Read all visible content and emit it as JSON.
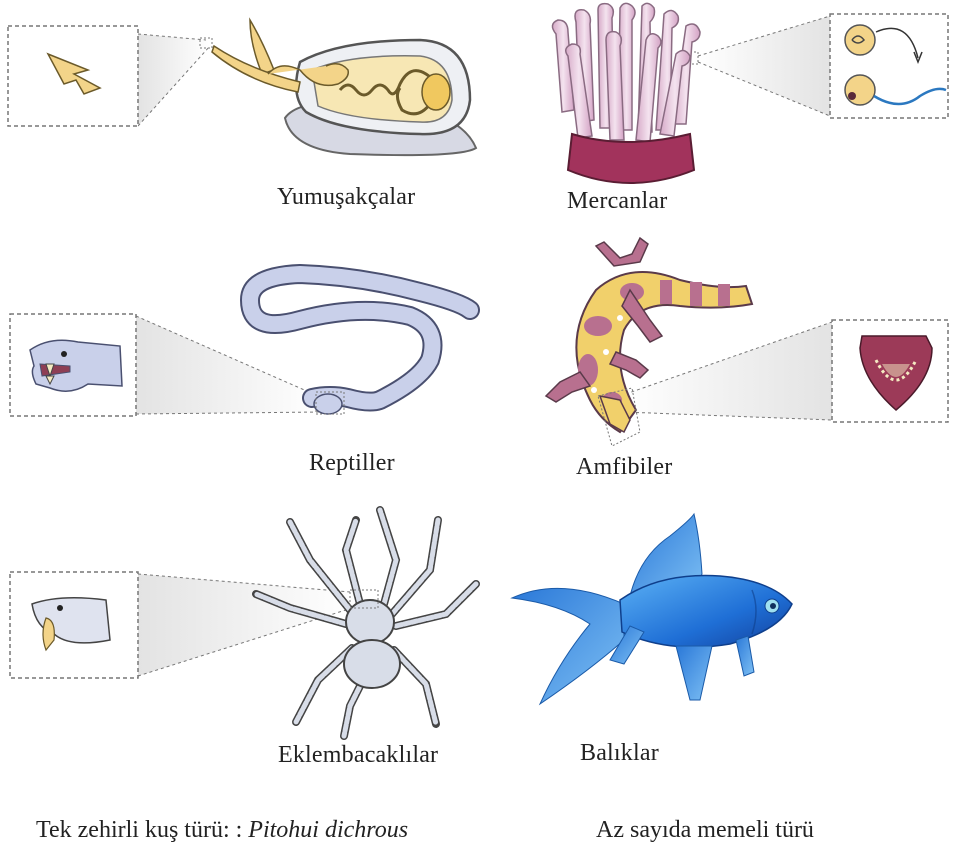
{
  "labels": {
    "mollusks": "Yumuşakçalar",
    "corals": "Mercanlar",
    "reptiles": "Reptiller",
    "amphibians": "Amfibiler",
    "arthropods": "Eklembacaklılar",
    "fish": "Balıklar"
  },
  "footer": {
    "bird_prefix": "Tek zehirli kuş türü: :",
    "bird_species": "Pitohui dichrous",
    "mammals": "Az sayıda memeli türü"
  },
  "icons": {
    "mollusk": "cone-snail-icon",
    "coral": "sea-anemone-icon",
    "snake": "snake-icon",
    "salamander": "gila-monster-icon",
    "spider": "spider-icon",
    "fish": "fish-icon"
  },
  "colors": {
    "inset_border": "#777777",
    "snake_body": "#c9d0ea",
    "coral_tentacle": "#e8c8de",
    "coral_base": "#a2335c",
    "mollusk_yellow": "#f3d489",
    "fish_blue": "#1f7fe0",
    "lizard_yellow": "#f1d06b",
    "lizard_purple": "#b8708f"
  }
}
